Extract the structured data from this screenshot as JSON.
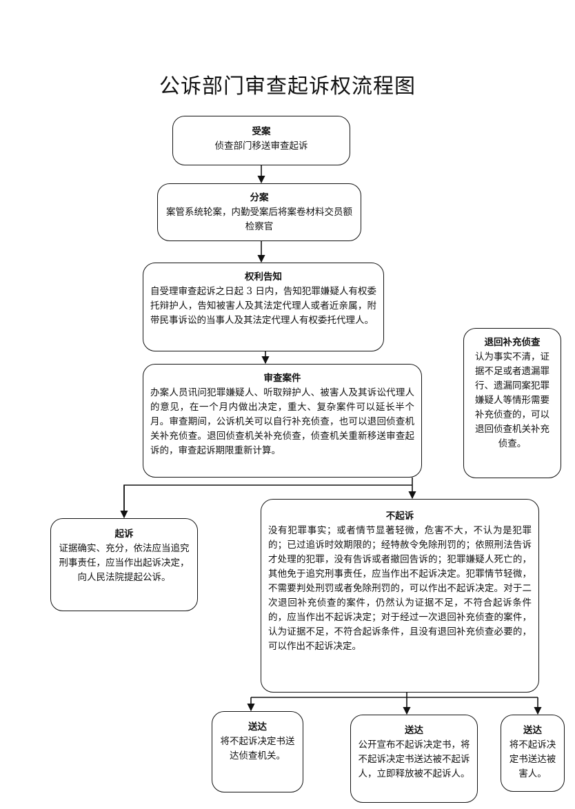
{
  "title": "公诉部门审查起诉权流程图",
  "nodes": {
    "accept": {
      "head": "受案",
      "body": "侦查部门移送审查起诉"
    },
    "assign": {
      "head": "分案",
      "body": "案管系统轮案，内勤受案后将案卷材料交员额检察官"
    },
    "rights": {
      "head": "权利告知",
      "body": "自受理审查起诉之日起 3 日内，告知犯罪嫌疑人有权委托辩护人，告知被害人及其法定代理人或者近亲属，附带民事诉讼的当事人及其法定代理人有权委托代理人。"
    },
    "review": {
      "head": "审查案件",
      "body": "办案人员讯问犯罪嫌疑人、听取辩护人、被害人及其诉讼代理人的意见，在一个月内做出决定，重大、复杂案件可以延长半个月。审查期间，公诉机关可以自行补充侦查，也可以退回侦查机关补充侦查。退回侦查机关补充侦查，侦查机关重新移送审查起诉的，审查起诉期限重新计算。"
    },
    "supplement": {
      "head": "退回补充侦查",
      "body": "认为事实不清，证据不足或者遗漏罪行、遗漏同案犯罪嫌疑人等情形需要补充侦查的，可以退回侦查机关补充侦查。"
    },
    "prosecute": {
      "head": "起诉",
      "body": "证据确实、充分，依法应当追究刑事责任，应当作出起诉决定，向人民法院提起公诉。"
    },
    "no_prosecute": {
      "head": "不起诉",
      "body": "没有犯罪事实；或者情节显著轻微，危害不大，不认为是犯罪的；已过追诉时效期限的；经特赦令免除刑罚的；依照刑法告诉才处理的犯罪，没有告诉或者撤回告诉的；犯罪嫌疑人死亡的，其他免于追究刑事责任，应当作出不起诉决定。犯罪情节轻微，不需要判处刑罚或者免除刑罚的，可以作出不起诉决定。对于二次退回补充侦查的案件，仍然认为证据不足，不符合起诉条件的，应当作出不起诉决定；对于经过一次退回补充侦查的案件，认为证据不足，不符合起诉条件，且没有退回补充侦查必要的，可以作出不起诉决定。"
    },
    "deliver_police": {
      "head": "送达",
      "body": "将不起诉决定书送达侦查机关。"
    },
    "deliver_public": {
      "head": "送达",
      "body": "公开宣布不起诉决定书，将不起诉决定书送达被不起诉人，立即释放被不起诉人。"
    },
    "deliver_victim": {
      "head": "送达",
      "body": "将不起诉决定书送达被害人。"
    }
  }
}
